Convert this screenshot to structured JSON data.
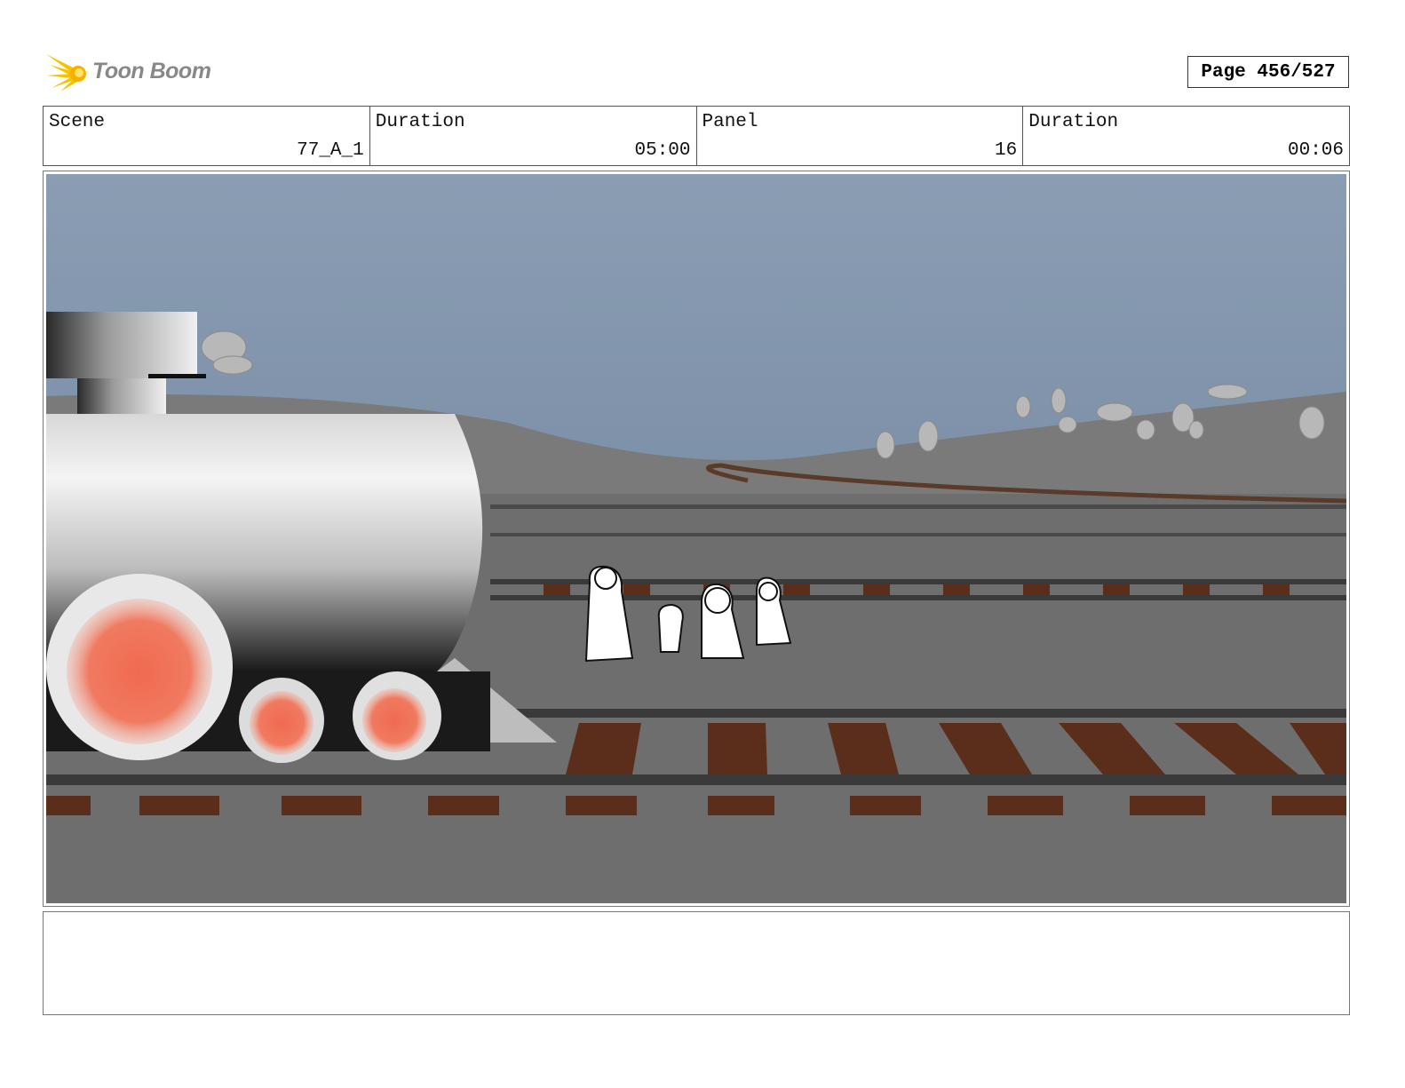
{
  "header": {
    "logo_text": "Toon Boom",
    "page_label": "Page 456/527"
  },
  "info": [
    {
      "label": "Scene",
      "value": "77_A_1"
    },
    {
      "label": "Duration",
      "value": "05:00"
    },
    {
      "label": "Panel",
      "value": "16"
    },
    {
      "label": "Duration",
      "value": "00:06"
    }
  ],
  "colors": {
    "logo_accent": "#f5c400",
    "sky_top": "#8a9db3",
    "sky_bottom": "#6a7f98",
    "ground": "#6e6e6e",
    "rail_tie": "#5a2e1a",
    "wheel_glow": "#f06a50"
  },
  "notes": ""
}
